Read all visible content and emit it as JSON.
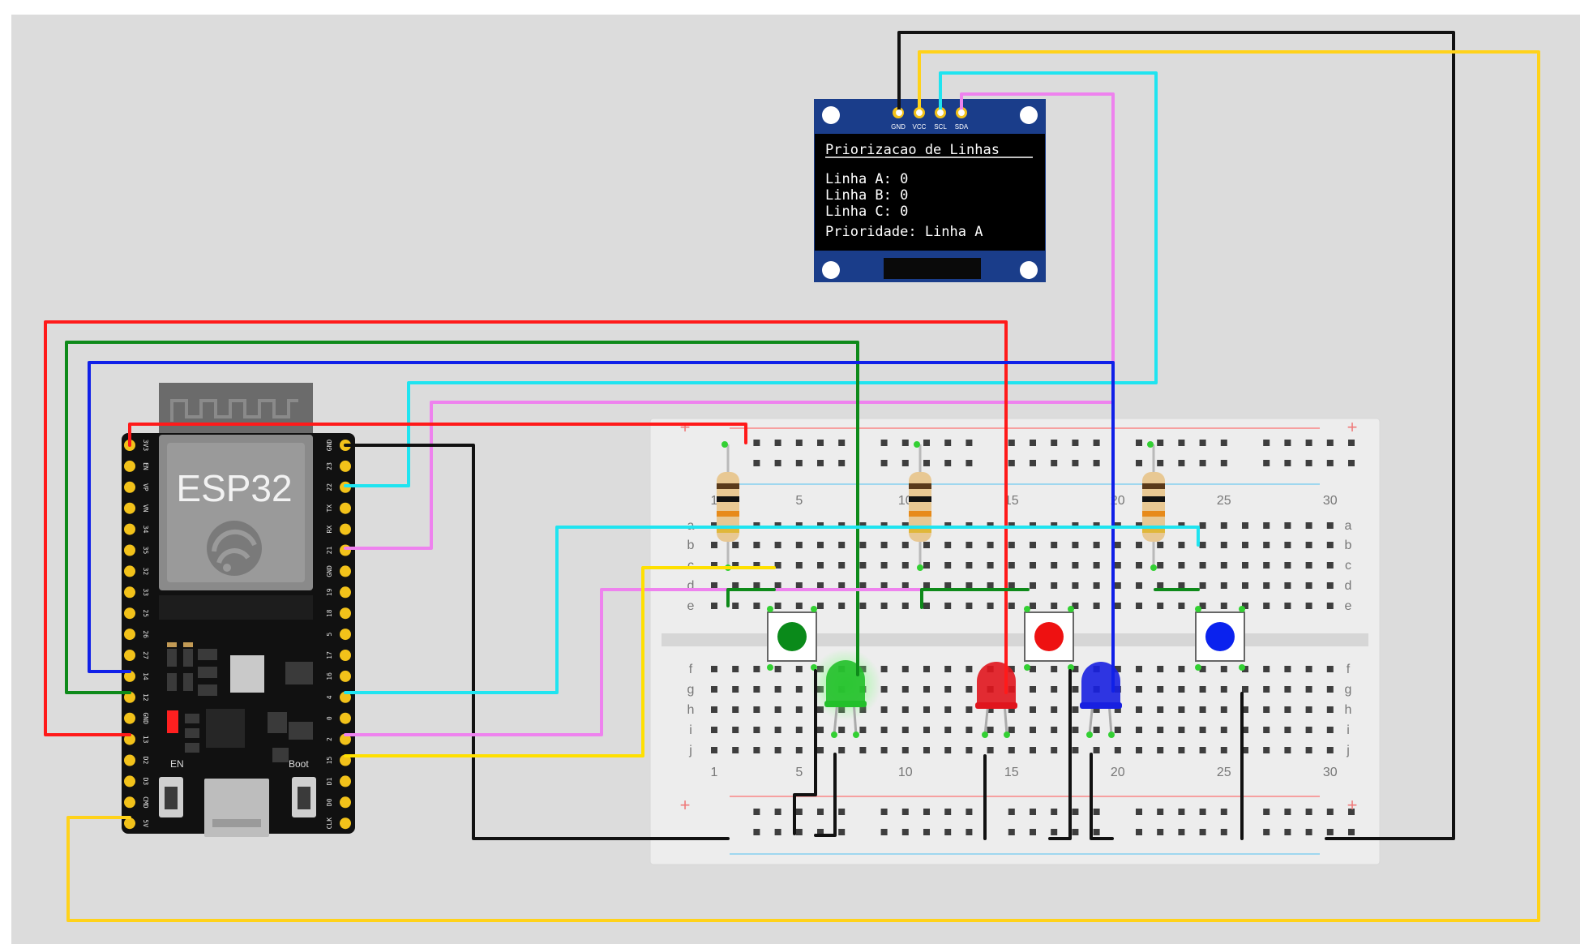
{
  "esp32": {
    "label": "ESP32",
    "left_pins": [
      "3V3",
      "EN",
      "VP",
      "VN",
      "34",
      "35",
      "32",
      "33",
      "25",
      "26",
      "27",
      "14",
      "12",
      "GND",
      "13",
      "D2",
      "D3",
      "CMD",
      "5V"
    ],
    "right_pins": [
      "GND",
      "23",
      "22",
      "TX",
      "RX",
      "21",
      "GND",
      "19",
      "18",
      "5",
      "17",
      "16",
      "4",
      "0",
      "2",
      "15",
      "D1",
      "D0",
      "CLK"
    ],
    "en_label": "EN",
    "boot_label": "Boot"
  },
  "oled": {
    "pins": [
      "GND",
      "VCC",
      "SCL",
      "SDA"
    ],
    "title": "Priorizacao de Linhas",
    "lines": [
      "Linha A: 0",
      "Linha B: 0",
      "Linha C: 0"
    ],
    "priority": "Prioridade: Linha A"
  },
  "breadboard": {
    "col_numbers": [
      "1",
      "5",
      "10",
      "15",
      "20",
      "25",
      "30"
    ],
    "top_rows": [
      "a",
      "b",
      "c",
      "d",
      "e"
    ],
    "bottom_rows": [
      "f",
      "g",
      "h",
      "i",
      "j"
    ],
    "plus": "+"
  },
  "components": {
    "leds": [
      {
        "name": "green-led",
        "color": "#22c02a",
        "lit": true
      },
      {
        "name": "red-led",
        "color": "#e0151d",
        "lit": false
      },
      {
        "name": "blue-led",
        "color": "#1820e0",
        "lit": false
      }
    ],
    "buttons": [
      {
        "name": "green-button",
        "color": "#0a8a1a"
      },
      {
        "name": "red-button",
        "color": "#ee1111"
      },
      {
        "name": "blue-button",
        "color": "#0a22ee"
      }
    ]
  },
  "colors": {
    "wire_red": "#ff1a1a",
    "wire_green": "#0e8a1a",
    "wire_blue": "#1020e8",
    "wire_cyan": "#1fe4f0",
    "wire_pink": "#ee82ee",
    "wire_yellow": "#ffe000",
    "wire_gold": "#ffd21a",
    "wire_black": "#111111"
  }
}
